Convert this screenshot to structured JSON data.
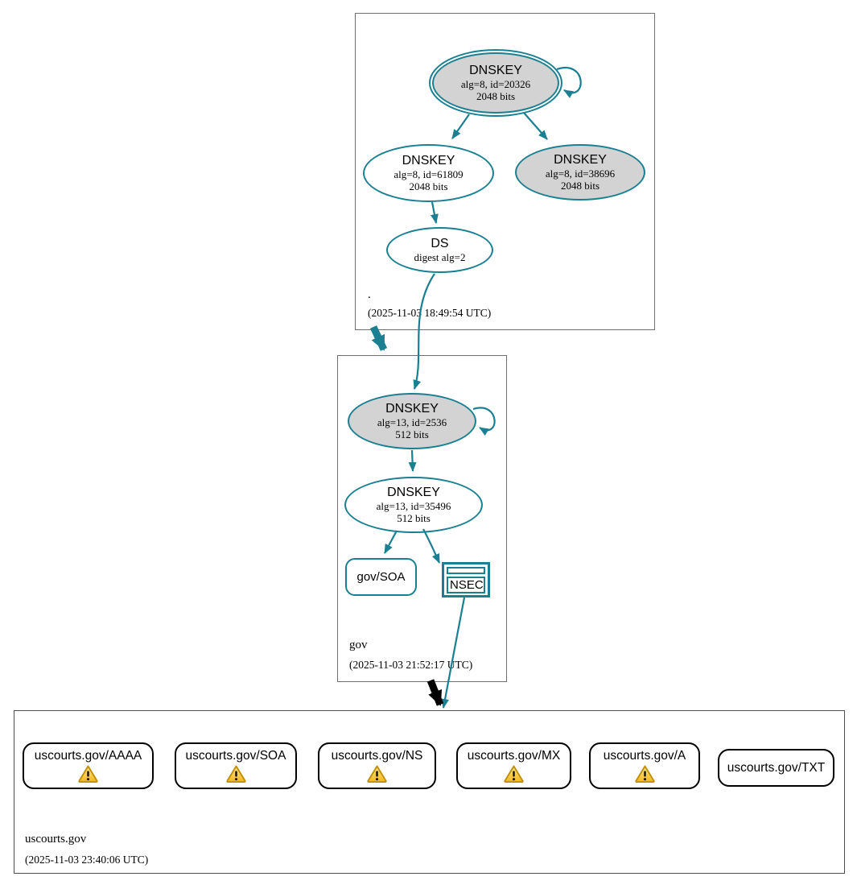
{
  "diagram_type": "dnssec-authentication-chain",
  "zones": {
    "root": {
      "name": ".",
      "timestamp": "(2025-11-03 18:49:54 UTC)"
    },
    "gov": {
      "name": "gov",
      "timestamp": "(2025-11-03 21:52:17 UTC)"
    },
    "uscourts": {
      "name": "uscourts.gov",
      "timestamp": "(2025-11-03 23:40:06 UTC)"
    }
  },
  "nodes": {
    "root_ksk": {
      "title": "DNSKEY",
      "detail1": "alg=8, id=20326",
      "detail2": "2048 bits"
    },
    "root_zsk": {
      "title": "DNSKEY",
      "detail1": "alg=8, id=61809",
      "detail2": "2048 bits"
    },
    "root_key_38696": {
      "title": "DNSKEY",
      "detail1": "alg=8, id=38696",
      "detail2": "2048 bits"
    },
    "root_ds": {
      "title": "DS",
      "detail1": "digest alg=2"
    },
    "gov_ksk": {
      "title": "DNSKEY",
      "detail1": "alg=13, id=2536",
      "detail2": "512 bits"
    },
    "gov_zsk": {
      "title": "DNSKEY",
      "detail1": "alg=13, id=35496",
      "detail2": "512 bits"
    },
    "gov_soa": {
      "label": "gov/SOA"
    },
    "gov_nsec": {
      "label": "NSEC"
    }
  },
  "rrsets": [
    {
      "label": "uscourts.gov/AAAA",
      "warning": true
    },
    {
      "label": "uscourts.gov/SOA",
      "warning": true
    },
    {
      "label": "uscourts.gov/NS",
      "warning": true
    },
    {
      "label": "uscourts.gov/MX",
      "warning": true
    },
    {
      "label": "uscourts.gov/A",
      "warning": true
    },
    {
      "label": "uscourts.gov/TXT",
      "warning": false
    }
  ],
  "colors": {
    "secure_edge": "#1A8091",
    "insecure_edge": "#000000",
    "ksk_fill": "#D3D3D3",
    "node_fill": "#FFFFFF",
    "cluster_border": "#6F6F6F",
    "warning_fill_top": "#FFE98C",
    "warning_fill_bottom": "#F3B71C",
    "warning_border": "#C18F0A"
  },
  "icons": {
    "warning": "warning-triangle"
  }
}
